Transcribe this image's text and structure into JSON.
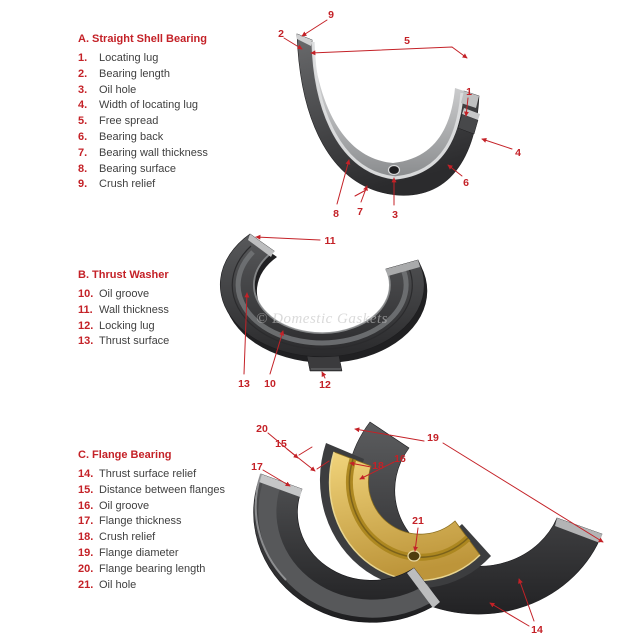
{
  "page": {
    "background": "#ffffff"
  },
  "watermark": "© Domestic Gaskets",
  "colors": {
    "accent_red": "#c42127",
    "label_text": "#3f3f3f",
    "metal_dark": "#3c3d3f",
    "metal_mid": "#77787a",
    "metal_light": "#d8d9da",
    "liner_gold": "#d9b44a"
  },
  "sections": [
    {
      "title": "A. Straight Shell Bearing",
      "items": [
        {
          "num": "1.",
          "label": "Locating lug"
        },
        {
          "num": "2.",
          "label": "Bearing length"
        },
        {
          "num": "3.",
          "label": "Oil hole"
        },
        {
          "num": "4.",
          "label": "Width of locating lug"
        },
        {
          "num": "5.",
          "label": "Free spread"
        },
        {
          "num": "6.",
          "label": "Bearing back"
        },
        {
          "num": "7.",
          "label": "Bearing wall thickness"
        },
        {
          "num": "8.",
          "label": "Bearing surface"
        },
        {
          "num": "9.",
          "label": "Crush relief"
        }
      ]
    },
    {
      "title": "B. Thrust Washer",
      "items": [
        {
          "num": "10.",
          "label": "Oil groove"
        },
        {
          "num": "11.",
          "label": "Wall thickness"
        },
        {
          "num": "12.",
          "label": "Locking lug"
        },
        {
          "num": "13.",
          "label": "Thrust surface"
        }
      ]
    },
    {
      "title": "C. Flange Bearing",
      "items": [
        {
          "num": "14.",
          "label": "Thrust surface relief"
        },
        {
          "num": "15.",
          "label": "Distance between flanges"
        },
        {
          "num": "16.",
          "label": "Oil groove"
        },
        {
          "num": "17.",
          "label": "Flange thickness"
        },
        {
          "num": "18.",
          "label": "Crush relief"
        },
        {
          "num": "19.",
          "label": "Flange diameter"
        },
        {
          "num": "20.",
          "label": "Flange bearing length"
        },
        {
          "num": "21.",
          "label": "Oil hole"
        }
      ]
    }
  ],
  "callouts": {
    "a": [
      "9",
      "2",
      "5",
      "1",
      "4",
      "6",
      "3",
      "7",
      "8"
    ],
    "b": [
      "11",
      "13",
      "10",
      "12"
    ],
    "c": [
      "20",
      "15",
      "17",
      "19",
      "18",
      "16",
      "21",
      "14"
    ]
  }
}
